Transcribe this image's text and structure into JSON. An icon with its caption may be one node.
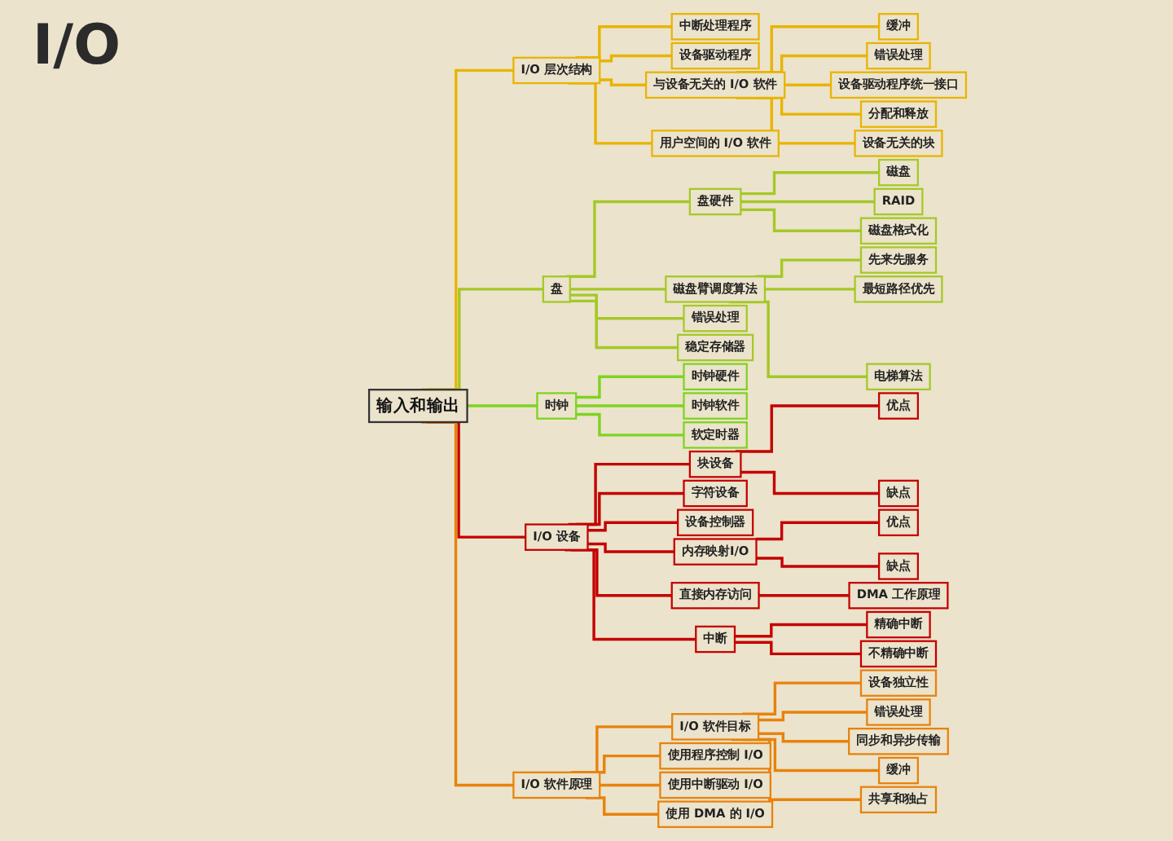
{
  "diagram": {
    "title": "I/O",
    "nodes": [
      {
        "text": [
          "输入和输出"
        ]
      },
      {
        "text": [
          "I/O 层次结构"
        ]
      },
      {
        "text": [
          "中断处理程序"
        ]
      },
      {
        "text": [
          "设备驱动程序"
        ]
      },
      {
        "text": [
          "与设备无关的 I/O 软件"
        ]
      },
      {
        "text": [
          "缓冲"
        ]
      },
      {
        "text": [
          "错误处理"
        ]
      },
      {
        "text": [
          "设备驱动程序统一接口"
        ]
      },
      {
        "text": [
          "分配和释放"
        ]
      },
      {
        "text": [
          "设备无关的块"
        ]
      },
      {
        "text": [
          "用户空间的 I/O 软件"
        ]
      },
      {
        "text": [
          "盘"
        ]
      },
      {
        "text": [
          "盘硬件"
        ]
      },
      {
        "text": [
          "磁盘"
        ]
      },
      {
        "text": [
          "RAID"
        ]
      },
      {
        "text": [
          "磁盘格式化"
        ]
      },
      {
        "text": [
          "磁盘臂调度算法"
        ]
      },
      {
        "text": [
          "先来先服务"
        ]
      },
      {
        "text": [
          "最短路径优先"
        ]
      },
      {
        "text": [
          "电梯算法"
        ]
      },
      {
        "text": [
          "错误处理"
        ]
      },
      {
        "text": [
          "稳定存储器"
        ]
      },
      {
        "text": [
          "时钟"
        ]
      },
      {
        "text": [
          "时钟硬件"
        ]
      },
      {
        "text": [
          "时钟软件"
        ]
      },
      {
        "text": [
          "软定时器"
        ]
      },
      {
        "text": [
          "I/O 设备"
        ]
      },
      {
        "text": [
          "块设备"
        ]
      },
      {
        "text": [
          "优点"
        ]
      },
      {
        "text": [
          "缺点"
        ]
      },
      {
        "text": [
          "字符设备"
        ]
      },
      {
        "text": [
          "设备控制器"
        ]
      },
      {
        "text": [
          "内存映射I/O"
        ]
      },
      {
        "text": [
          "优点"
        ]
      },
      {
        "text": [
          "缺点"
        ]
      },
      {
        "text": [
          "直接内存访问"
        ]
      },
      {
        "text": [
          "DMA 工作原理"
        ]
      },
      {
        "text": [
          "中断"
        ]
      },
      {
        "text": [
          "精确中断"
        ]
      },
      {
        "text": [
          "不精确中断"
        ]
      },
      {
        "text": [
          "I/O 软件原理"
        ]
      },
      {
        "text": [
          "I/O 软件目标"
        ]
      },
      {
        "text": [
          "设备独立性"
        ]
      },
      {
        "text": [
          "错误处理"
        ]
      },
      {
        "text": [
          "同步和异步传输"
        ]
      },
      {
        "text": [
          "缓冲"
        ]
      },
      {
        "text": [
          "共享和独占"
        ]
      },
      {
        "text": [
          "使用程序控制 I/O"
        ]
      },
      {
        "text": [
          "使用中断驱动 I/O"
        ]
      },
      {
        "text": [
          "使用 DMA 的 I/O"
        ]
      }
    ],
    "edges": [
      {
        "from": 0,
        "to": 1,
        "arrow": "none",
        "color": "#e8b400"
      },
      {
        "from": 1,
        "to": 2,
        "arrow": "none",
        "color": "#e8b400"
      },
      {
        "from": 1,
        "to": 3,
        "arrow": "none",
        "color": "#e8b400"
      },
      {
        "from": 1,
        "to": 4,
        "arrow": "none",
        "color": "#e8b400"
      },
      {
        "from": 4,
        "to": 5,
        "arrow": "none",
        "color": "#e8b400"
      },
      {
        "from": 4,
        "to": 6,
        "arrow": "none",
        "color": "#e8b400"
      },
      {
        "from": 4,
        "to": 7,
        "arrow": "none",
        "color": "#e8b400"
      },
      {
        "from": 4,
        "to": 8,
        "arrow": "none",
        "color": "#e8b400"
      },
      {
        "from": 4,
        "to": 9,
        "arrow": "none",
        "color": "#e8b400"
      },
      {
        "from": 1,
        "to": 10,
        "arrow": "none",
        "color": "#e8b400"
      },
      {
        "from": 0,
        "to": 11,
        "arrow": "none",
        "color": "#a5c826"
      },
      {
        "from": 11,
        "to": 12,
        "arrow": "none",
        "color": "#a5c826"
      },
      {
        "from": 12,
        "to": 13,
        "arrow": "none",
        "color": "#a5c826"
      },
      {
        "from": 12,
        "to": 14,
        "arrow": "none",
        "color": "#a5c826"
      },
      {
        "from": 12,
        "to": 15,
        "arrow": "none",
        "color": "#a5c826"
      },
      {
        "from": 11,
        "to": 16,
        "arrow": "none",
        "color": "#a5c826"
      },
      {
        "from": 16,
        "to": 17,
        "arrow": "none",
        "color": "#a5c826"
      },
      {
        "from": 16,
        "to": 18,
        "arrow": "none",
        "color": "#a5c826"
      },
      {
        "from": 16,
        "to": 19,
        "arrow": "none",
        "color": "#a5c826"
      },
      {
        "from": 11,
        "to": 20,
        "arrow": "none",
        "color": "#a5c826"
      },
      {
        "from": 11,
        "to": 21,
        "arrow": "none",
        "color": "#a5c826"
      },
      {
        "from": 0,
        "to": 22,
        "arrow": "none",
        "color": "#7ed321"
      },
      {
        "from": 22,
        "to": 23,
        "arrow": "none",
        "color": "#7ed321"
      },
      {
        "from": 22,
        "to": 24,
        "arrow": "none",
        "color": "#7ed321"
      },
      {
        "from": 22,
        "to": 25,
        "arrow": "none",
        "color": "#7ed321"
      },
      {
        "from": 0,
        "to": 26,
        "arrow": "none",
        "color": "#c40000"
      },
      {
        "from": 26,
        "to": 27,
        "arrow": "none",
        "color": "#c40000"
      },
      {
        "from": 27,
        "to": 28,
        "arrow": "none",
        "color": "#c40000"
      },
      {
        "from": 27,
        "to": 29,
        "arrow": "none",
        "color": "#c40000"
      },
      {
        "from": 26,
        "to": 30,
        "arrow": "none",
        "color": "#c40000"
      },
      {
        "from": 26,
        "to": 31,
        "arrow": "none",
        "color": "#c40000"
      },
      {
        "from": 26,
        "to": 32,
        "arrow": "none",
        "color": "#c40000"
      },
      {
        "from": 32,
        "to": 33,
        "arrow": "none",
        "color": "#c40000"
      },
      {
        "from": 32,
        "to": 34,
        "arrow": "none",
        "color": "#c40000"
      },
      {
        "from": 26,
        "to": 35,
        "arrow": "none",
        "color": "#c40000"
      },
      {
        "from": 35,
        "to": 36,
        "arrow": "none",
        "color": "#c40000"
      },
      {
        "from": 26,
        "to": 37,
        "arrow": "none",
        "color": "#c40000"
      },
      {
        "from": 37,
        "to": 38,
        "arrow": "none",
        "color": "#c40000"
      },
      {
        "from": 37,
        "to": 39,
        "arrow": "none",
        "color": "#c40000"
      },
      {
        "from": 0,
        "to": 40,
        "arrow": "none",
        "color": "#e8820c"
      },
      {
        "from": 40,
        "to": 41,
        "arrow": "none",
        "color": "#e8820c"
      },
      {
        "from": 41,
        "to": 42,
        "arrow": "none",
        "color": "#e8820c"
      },
      {
        "from": 41,
        "to": 43,
        "arrow": "none",
        "color": "#e8820c"
      },
      {
        "from": 41,
        "to": 44,
        "arrow": "none",
        "color": "#e8820c"
      },
      {
        "from": 41,
        "to": 45,
        "arrow": "none",
        "color": "#e8820c"
      },
      {
        "from": 41,
        "to": 46,
        "arrow": "none",
        "color": "#e8820c"
      },
      {
        "from": 40,
        "to": 47,
        "arrow": "none",
        "color": "#e8820c"
      },
      {
        "from": 40,
        "to": 48,
        "arrow": "none",
        "color": "#e8820c"
      },
      {
        "from": 40,
        "to": 49,
        "arrow": "none",
        "color": "#e8820c"
      }
    ]
  }
}
